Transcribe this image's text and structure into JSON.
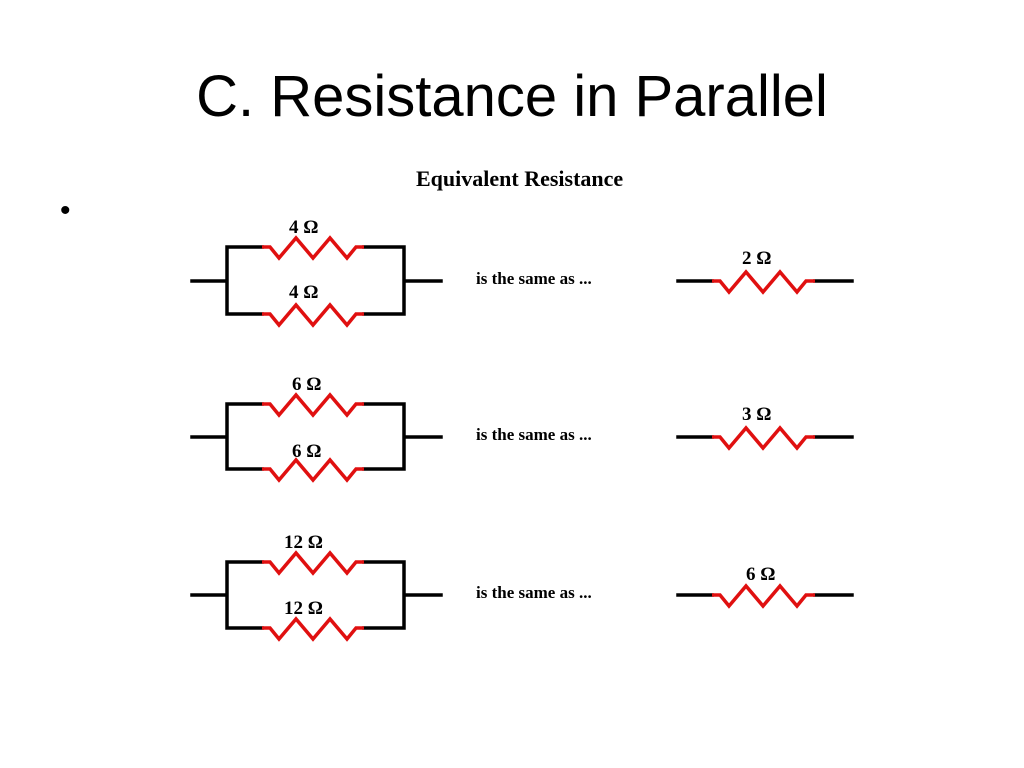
{
  "slide": {
    "title": "C.  Resistance in Parallel",
    "bullet": "•"
  },
  "diagram": {
    "title": "Equivalent Resistance",
    "rows": [
      {
        "top_label": "4 Ω",
        "bottom_label": "4 Ω",
        "connector_text": "is the same as ...",
        "equivalent_label": "2 Ω"
      },
      {
        "top_label": "6 Ω",
        "bottom_label": "6 Ω",
        "connector_text": "is the same as ...",
        "equivalent_label": "3 Ω"
      },
      {
        "top_label": "12 Ω",
        "bottom_label": "12 Ω",
        "connector_text": "is the same as ...",
        "equivalent_label": "6 Ω"
      }
    ],
    "colors": {
      "wire": "#000000",
      "resistor": "#e01010"
    }
  }
}
